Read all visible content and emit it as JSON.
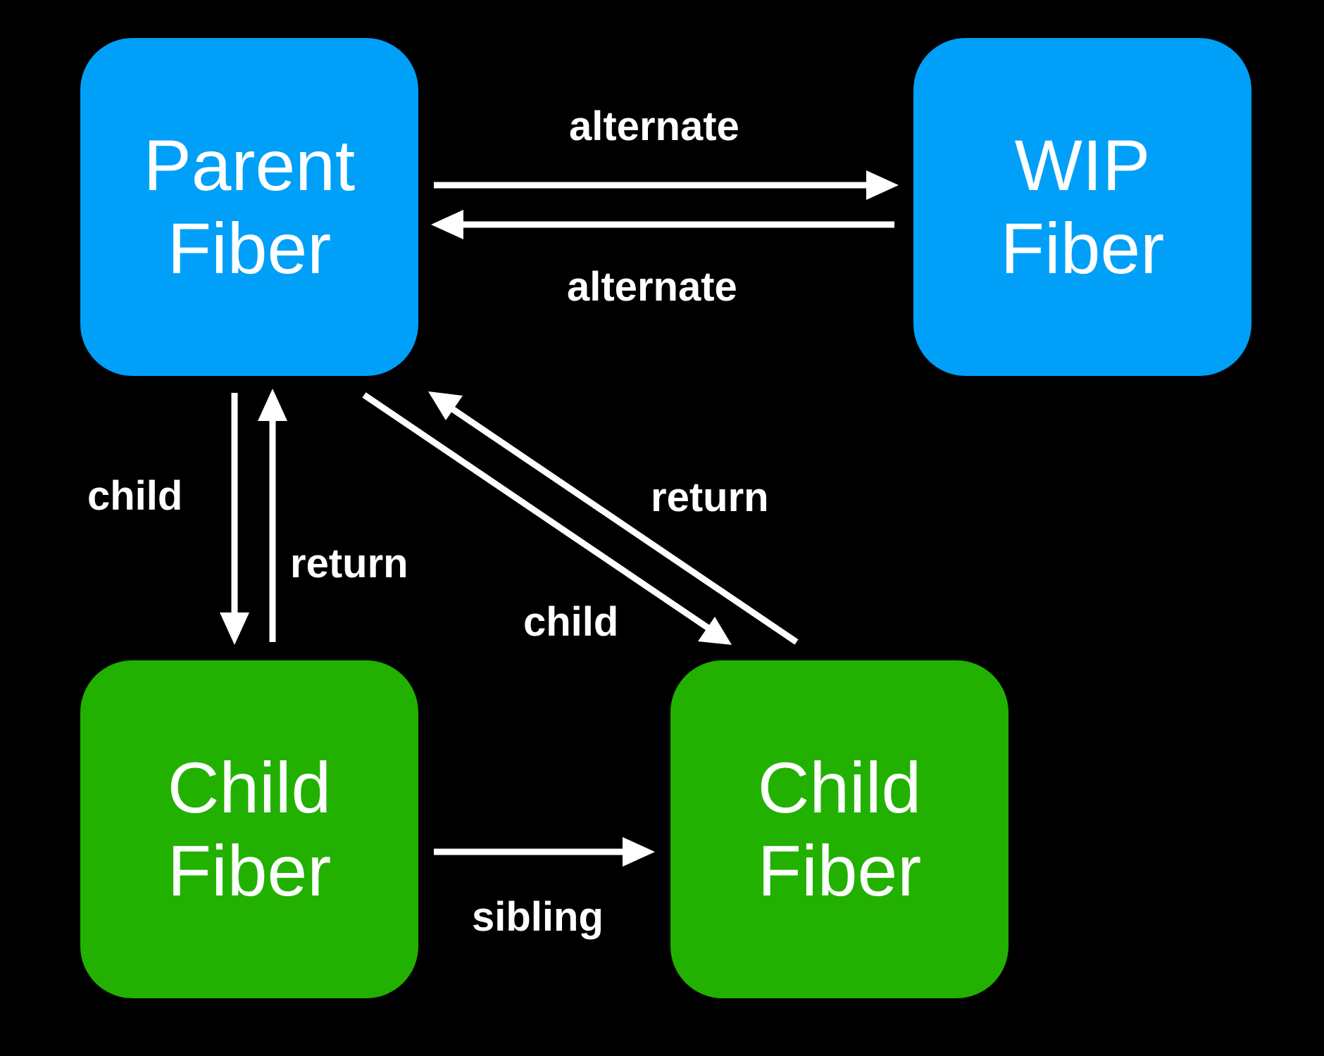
{
  "colors": {
    "background": "#000000",
    "parent_wip_fill": "#00a0f8",
    "child_fill": "#22b100",
    "text": "#ffffff",
    "arrow": "#ffffff"
  },
  "nodes": {
    "parent": {
      "label": "Parent\nFiber"
    },
    "wip": {
      "label": "WIP\nFiber"
    },
    "child_left": {
      "label": "Child\nFiber"
    },
    "child_right": {
      "label": "Child\nFiber"
    }
  },
  "edges": [
    {
      "id": "alternate-parent-to-wip",
      "from": "parent",
      "to": "wip",
      "label": "alternate"
    },
    {
      "id": "alternate-wip-to-parent",
      "from": "wip",
      "to": "parent",
      "label": "alternate"
    },
    {
      "id": "child-parent-to-child-left",
      "from": "parent",
      "to": "child_left",
      "label": "child"
    },
    {
      "id": "return-child-left-to-parent",
      "from": "child_left",
      "to": "parent",
      "label": "return"
    },
    {
      "id": "child-parent-to-child-right",
      "from": "parent",
      "to": "child_right",
      "label": "child"
    },
    {
      "id": "return-child-right-to-parent",
      "from": "child_right",
      "to": "parent",
      "label": "return"
    },
    {
      "id": "sibling-child-left-to-child-right",
      "from": "child_left",
      "to": "child_right",
      "label": "sibling"
    }
  ]
}
